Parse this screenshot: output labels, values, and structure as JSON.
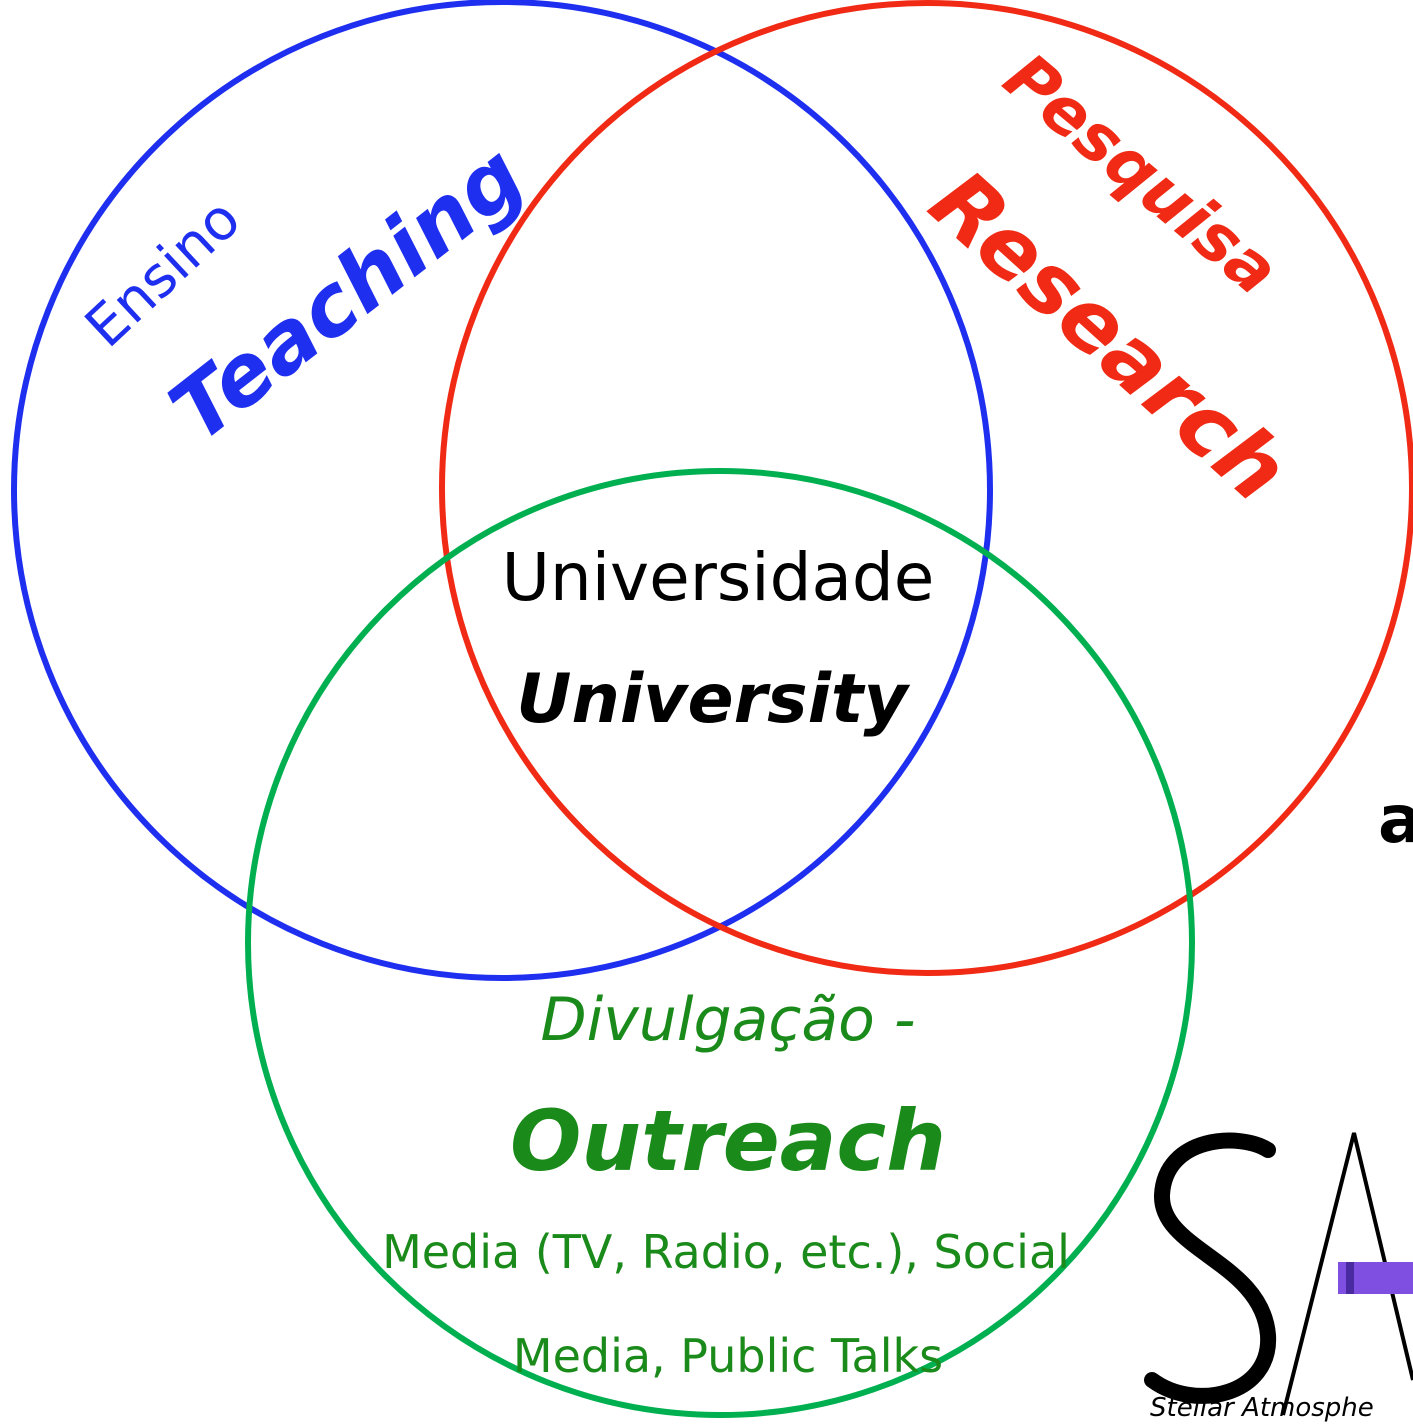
{
  "colors": {
    "teaching": "#1f2ff0",
    "research": "#f02a14",
    "outreach": "#00b050",
    "outreach_text": "#1a8a1a",
    "center_text": "#000000",
    "logo_bar": "#7e4fe0",
    "logo_ink": "#000000"
  },
  "teaching": {
    "pt": "Ensino",
    "en": "Teaching"
  },
  "research": {
    "pt": "Pesquisa",
    "en": "Research"
  },
  "center": {
    "pt": "Universidade",
    "en": "University"
  },
  "outreach": {
    "pt": "Divulgação -",
    "en": "Outreach",
    "detail_line1": "Media (TV, Radio, etc.), Social",
    "detail_line2": "Media, Public Talks"
  },
  "right_edge_fragment": "a",
  "logo": {
    "letters": "SA",
    "tagline": "Stellar Atmosphe"
  }
}
